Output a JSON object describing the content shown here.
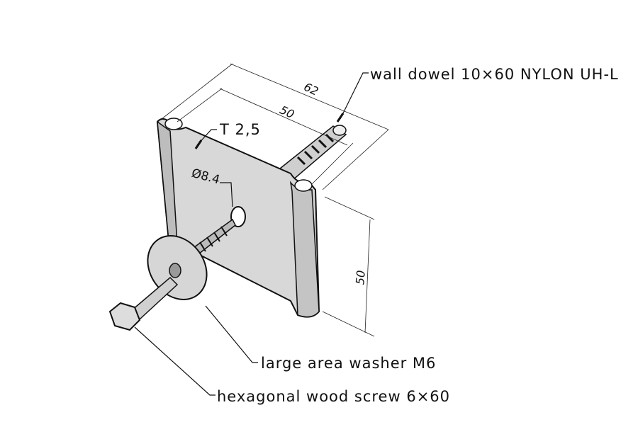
{
  "labels": {
    "dowel": "wall dowel 10×60 NYLON UH-L",
    "thickness": "T 2,5",
    "hole": "Ø8.4",
    "washer": "large area washer M6",
    "screw": "hexagonal wood screw 6×60"
  },
  "dimensions": {
    "overall_width": "62",
    "hole_spacing": "50",
    "height": "50"
  },
  "colors": {
    "metal": "#d4d4d4",
    "shade": "#a8a8a8",
    "line": "#111111"
  }
}
